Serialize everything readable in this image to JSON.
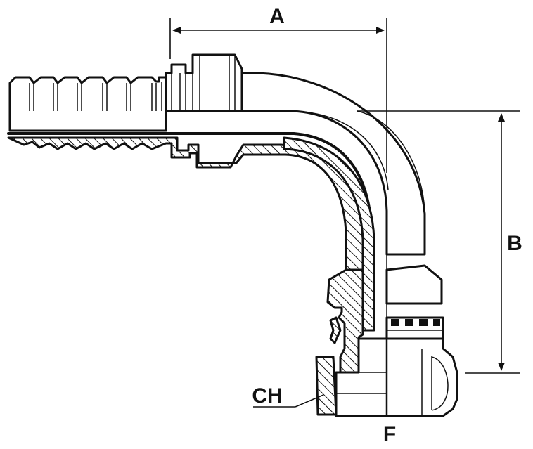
{
  "labels": {
    "dim_a": "A",
    "dim_b": "B",
    "ch": "CH",
    "f": "F"
  }
}
